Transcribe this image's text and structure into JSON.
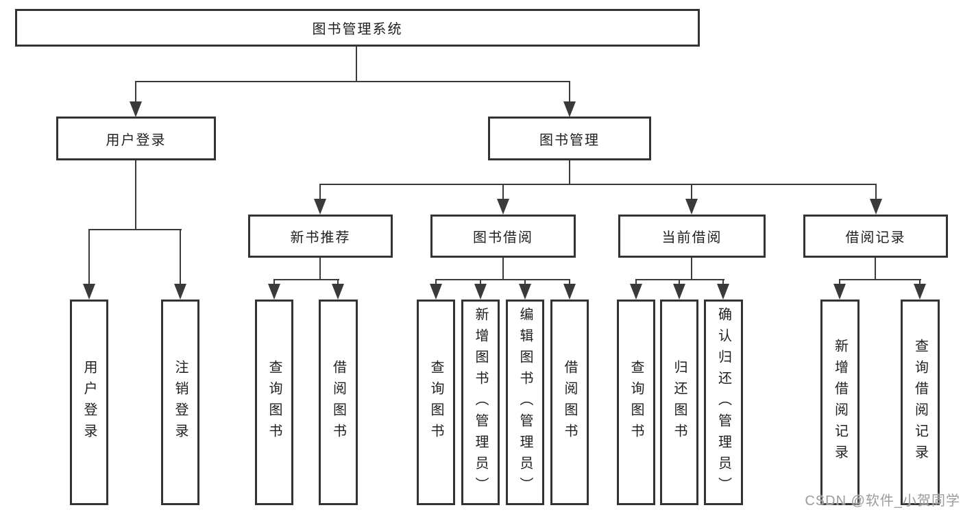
{
  "tree": {
    "label": "图书管理系统",
    "children": [
      {
        "label": "用户登录",
        "children": [
          {
            "label": "用户登录"
          },
          {
            "label": "注销登录"
          }
        ]
      },
      {
        "label": "图书管理",
        "children": [
          {
            "label": "新书推荐",
            "children": [
              {
                "label": "查询图书"
              },
              {
                "label": "借阅图书"
              }
            ]
          },
          {
            "label": "图书借阅",
            "children": [
              {
                "label": "查询图书"
              },
              {
                "label": "新增图书（管理员）"
              },
              {
                "label": "编辑图书（管理员）"
              },
              {
                "label": "借阅图书"
              }
            ]
          },
          {
            "label": "当前借阅",
            "children": [
              {
                "label": "查询图书"
              },
              {
                "label": "归还图书"
              },
              {
                "label": "确认归还（管理员）"
              }
            ]
          },
          {
            "label": "借阅记录",
            "children": [
              {
                "label": "新增借阅记录"
              },
              {
                "label": "查询借阅记录"
              }
            ]
          }
        ]
      }
    ]
  },
  "watermark": {
    "text": "CSDN @软件_小贺同学"
  },
  "colors": {
    "line": "#3a3a3a",
    "box_border": "#333333",
    "background": "#ffffff",
    "text": "#1f1f1f",
    "watermark": "#9b9b9b"
  }
}
